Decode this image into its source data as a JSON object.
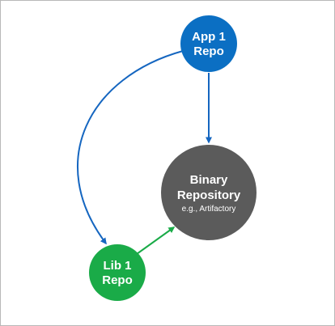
{
  "diagram": {
    "nodes": {
      "app1": {
        "line1": "App 1",
        "line2": "Repo",
        "color": "#0b6fc3"
      },
      "lib1": {
        "line1": "Lib 1",
        "line2": "Repo",
        "color": "#1aab48"
      },
      "binary": {
        "line1": "Binary",
        "line2": "Repository",
        "line3": "e.g., Artifactory",
        "color": "#5b5b5b"
      }
    },
    "edges": [
      {
        "from": "app1",
        "to": "binary",
        "color": "#1566c0"
      },
      {
        "from": "app1",
        "to": "lib1",
        "color": "#1566c0"
      },
      {
        "from": "lib1",
        "to": "binary",
        "color": "#1aab48"
      }
    ]
  }
}
